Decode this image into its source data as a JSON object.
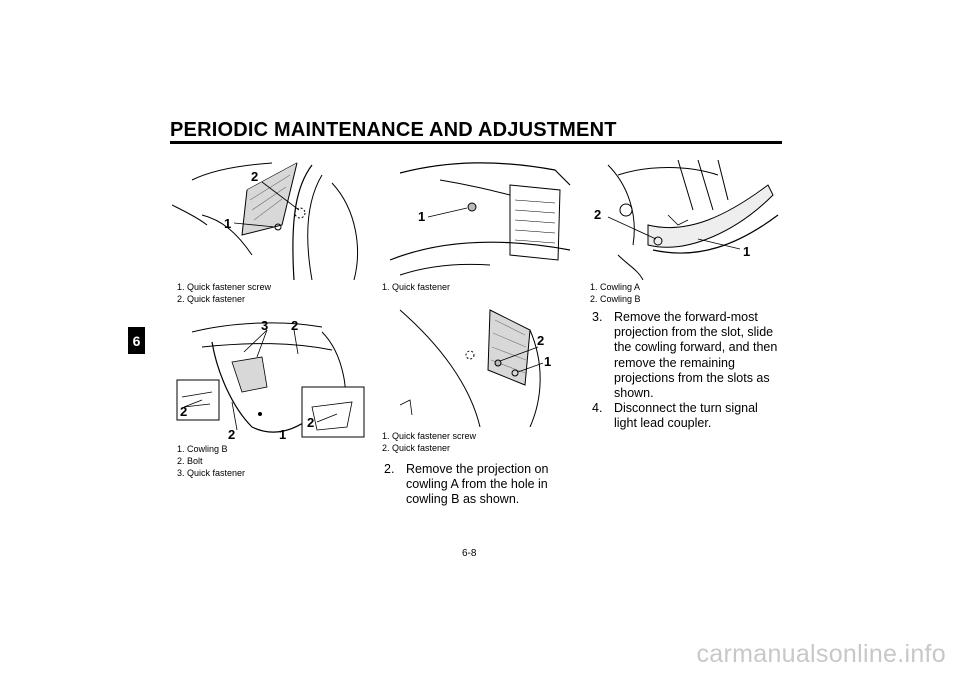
{
  "header": {
    "title": "PERIODIC MAINTENANCE AND ADJUSTMENT",
    "chapter_tab": "6"
  },
  "figures": {
    "top_left": {
      "callouts": [
        "2",
        "1"
      ],
      "caption": [
        "1.  Quick fastener screw",
        "2.  Quick fastener"
      ]
    },
    "bottom_left": {
      "callouts": [
        "3",
        "2",
        "2",
        "2",
        "1",
        "2"
      ],
      "caption": [
        "1.  Cowling B",
        "2.  Bolt",
        "3.  Quick fastener"
      ]
    },
    "top_middle": {
      "callouts": [
        "1"
      ],
      "caption": [
        "1.  Quick fastener"
      ]
    },
    "bottom_middle": {
      "callouts": [
        "2",
        "1"
      ],
      "caption": [
        "1.  Quick fastener screw",
        "2.  Quick fastener"
      ]
    },
    "top_right": {
      "callouts": [
        "2",
        "1"
      ],
      "caption": [
        "1.  Cowling A",
        "2.  Cowling B"
      ]
    }
  },
  "steps_middle": [
    {
      "num": "2.",
      "text": "Remove the projection on cowling A from the hole in cowling B as shown."
    }
  ],
  "steps_right": [
    {
      "num": "3.",
      "text": "Remove the forward-most projection from the slot, slide the cowling forward, and then remove the remaining projections from the slots as shown."
    },
    {
      "num": "4.",
      "text": "Disconnect the turn signal light lead coupler."
    }
  ],
  "page_number": "6-8",
  "watermark": "carmanualsonline.info"
}
